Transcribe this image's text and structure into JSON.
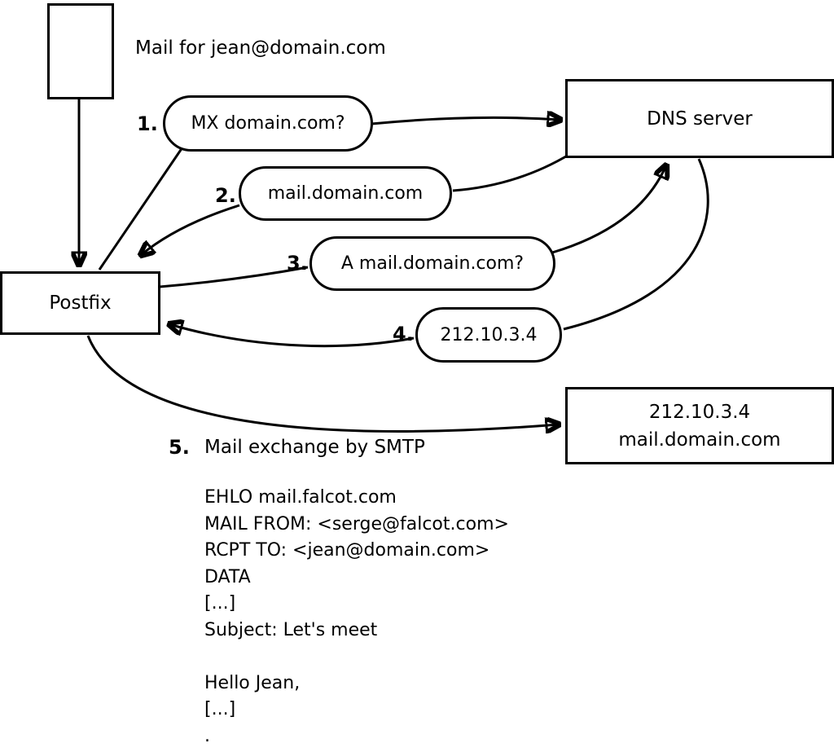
{
  "colors": {
    "stroke": "#000000",
    "background": "#ffffff"
  },
  "diagram": {
    "mail_label": "Mail for jean@domain.com",
    "postfix_label": "Postfix",
    "dns_label": "DNS server",
    "steps": [
      {
        "num": "1.",
        "label": "MX domain.com?"
      },
      {
        "num": "2.",
        "label": "mail.domain.com"
      },
      {
        "num": "3.",
        "label": "A mail.domain.com?"
      },
      {
        "num": "4.",
        "label": "212.10.3.4"
      }
    ],
    "step5": {
      "num": "5.",
      "label": "Mail exchange by SMTP"
    },
    "mail_server_box": {
      "line1": "212.10.3.4",
      "line2": "mail.domain.com"
    },
    "smtp_lines": [
      "EHLO mail.falcot.com",
      "MAIL FROM: <serge@falcot.com>",
      "RCPT TO: <jean@domain.com>",
      "DATA",
      "[...]",
      "Subject: Let's meet",
      "",
      "Hello Jean,",
      "[...]",
      "."
    ]
  }
}
